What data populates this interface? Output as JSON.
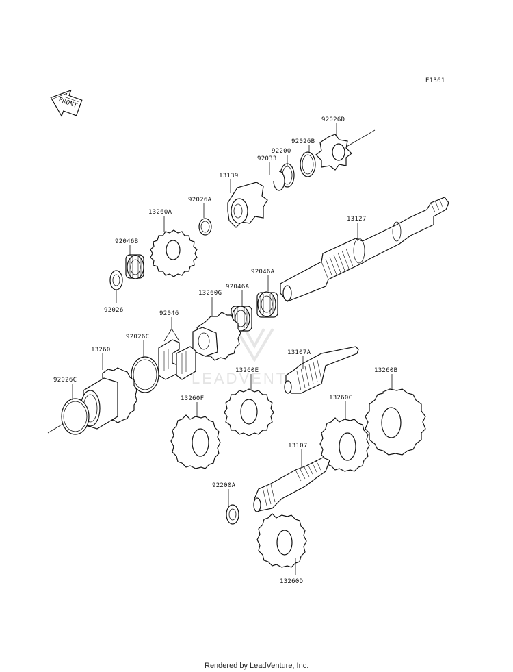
{
  "diagram": {
    "code": "E1361",
    "front_label": "FRONT",
    "watermark_text": "LEADVENTURE",
    "footer": "Rendered by LeadVenture, Inc.",
    "parts": [
      {
        "id": "92026D"
      },
      {
        "id": "92026B"
      },
      {
        "id": "92200"
      },
      {
        "id": "92033"
      },
      {
        "id": "13139"
      },
      {
        "id": "92026A"
      },
      {
        "id": "13260A"
      },
      {
        "id": "92046B"
      },
      {
        "id": "92026"
      },
      {
        "id": "13127"
      },
      {
        "id": "92046A"
      },
      {
        "id": "92046A"
      },
      {
        "id": "13260G"
      },
      {
        "id": "92046"
      },
      {
        "id": "92026C"
      },
      {
        "id": "13260"
      },
      {
        "id": "92026C"
      },
      {
        "id": "13107A"
      },
      {
        "id": "13260E"
      },
      {
        "id": "13260B"
      },
      {
        "id": "13260F"
      },
      {
        "id": "13260C"
      },
      {
        "id": "13107"
      },
      {
        "id": "92200A"
      },
      {
        "id": "13260D"
      }
    ]
  }
}
